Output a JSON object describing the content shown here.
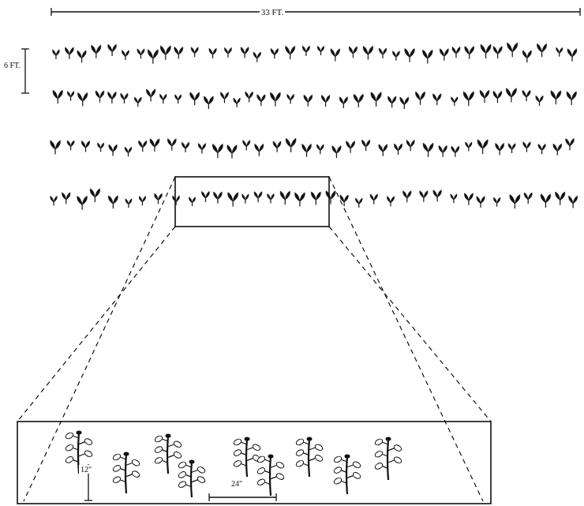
{
  "diagram": {
    "labels": [
      "33 FT.",
      "6 FT.",
      "12\"",
      "24\""
    ]
  }
}
